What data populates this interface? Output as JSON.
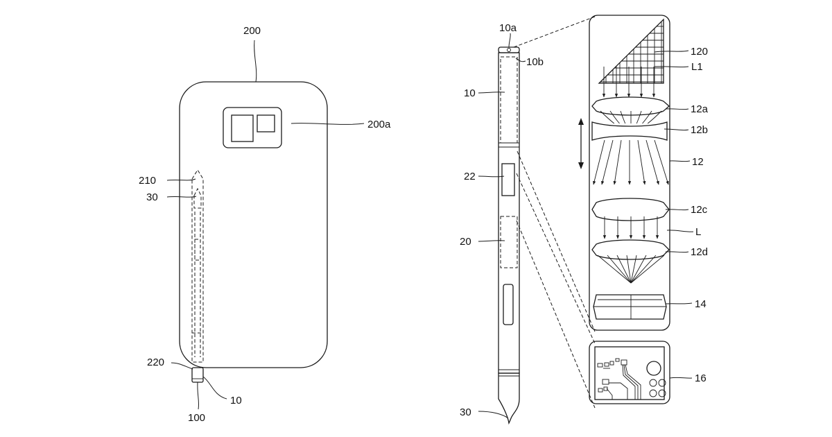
{
  "figure": {
    "accent_color": "#1a1a1a",
    "background_color": "#ffffff"
  },
  "labels": {
    "device": "200",
    "device_back": "200a",
    "slot": "210",
    "pen_tip_left": "30",
    "slot_opening": "220",
    "pen_body_left": "100",
    "pen_end_left": "10",
    "cap_a": "10a",
    "cap_b": "10b",
    "pen_upper": "10",
    "pen_circuit": "22",
    "pen_middle": "20",
    "pen_tip_right": "30",
    "display_panel": "120",
    "light_1": "L1",
    "lens_a": "12a",
    "lens_b": "12b",
    "optics": "12",
    "lens_c": "12c",
    "light": "L",
    "lens_d": "12d",
    "sensor": "14",
    "board": "16"
  }
}
